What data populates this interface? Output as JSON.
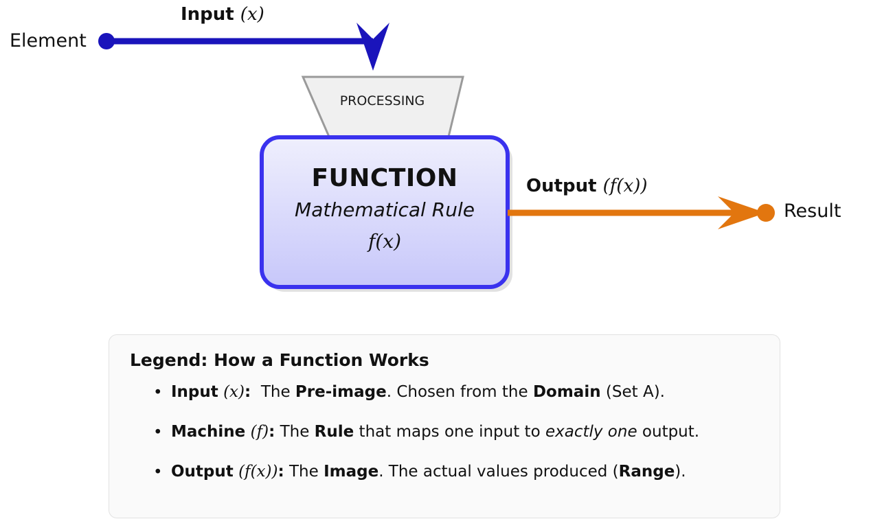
{
  "diagram": {
    "type": "function-machine-flow",
    "colors": {
      "input_arrow": "#1a14bb",
      "output_arrow": "#e2760f",
      "box_border": "#3a32ee",
      "box_fill_top": "#eeeefd",
      "box_fill_bottom": "#c9c9fa",
      "hopper_fill": "#f0f0f0",
      "hopper_border": "#8a8a8a",
      "legend_bg": "#fafafa",
      "legend_border": "#e2e2e2",
      "text": "#111111"
    },
    "source_node": {
      "label": "Element",
      "marker": "filled-circle"
    },
    "target_node": {
      "label": "Result",
      "marker": "filled-circle"
    },
    "input_edge": {
      "label_bold": "Input",
      "label_math": "(x)",
      "direction": "right-then-down",
      "arrowhead": "stealth"
    },
    "output_edge": {
      "label_bold": "Output",
      "label_math": "(f(x))",
      "direction": "right",
      "arrowhead": "stealth"
    },
    "hopper": {
      "label": "PROCESSING",
      "shape": "trapezoid"
    },
    "machine": {
      "title": "FUNCTION",
      "subtitle": "Mathematical Rule",
      "formula": "f(x)",
      "shape": "rounded-rectangle-with-shadow"
    }
  },
  "legend": {
    "title": "Legend: How a Function Works",
    "bullet_glyph": "•",
    "items": [
      {
        "term_bold": "Input",
        "term_math": "(x)",
        "colon": ":",
        "text_1": "The ",
        "em_1": "Pre-image",
        "text_2": ". Chosen from the ",
        "em_2": "Domain",
        "text_3": " (Set A)."
      },
      {
        "term_bold": "Machine",
        "term_math": "(f)",
        "colon": ":",
        "text_1": "The ",
        "em_1": "Rule",
        "text_2": " that maps one input to ",
        "em_2": "exactly one",
        "text_3": " output."
      },
      {
        "term_bold": "Output",
        "term_math": "(f(x))",
        "colon": ":",
        "text_1": "The ",
        "em_1": "Image",
        "text_2": ". The actual values produced (",
        "em_2": "Range",
        "text_3": ")."
      }
    ]
  }
}
